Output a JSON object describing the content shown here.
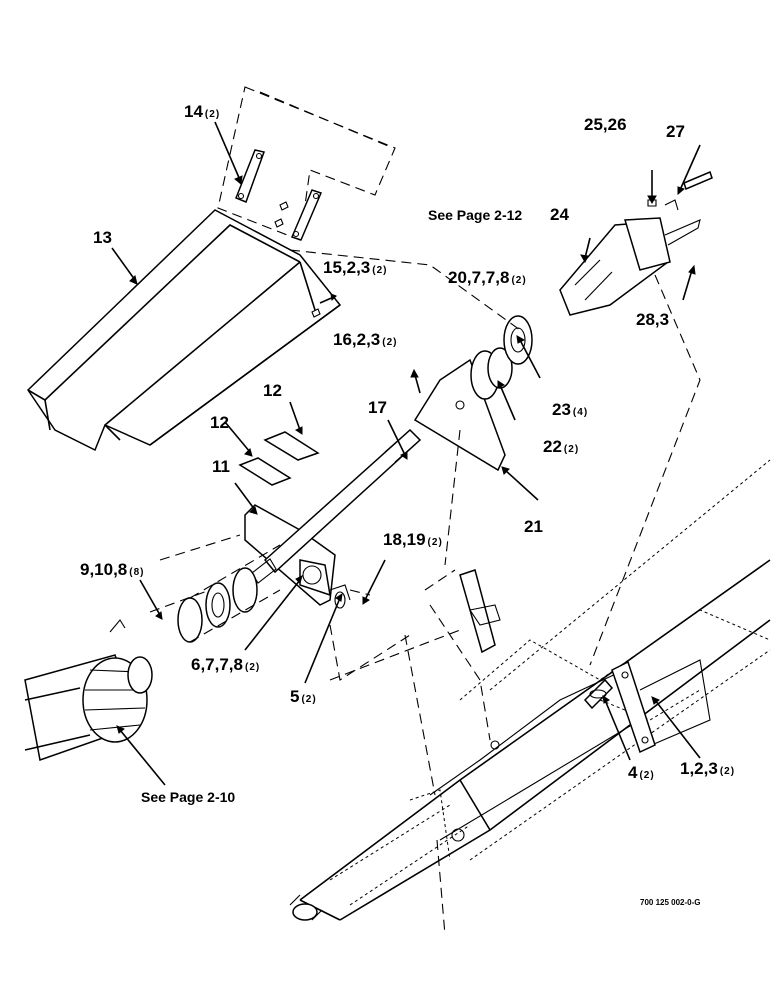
{
  "labels": {
    "l14": {
      "num": "14",
      "qty": "(2)"
    },
    "l13": {
      "num": "13"
    },
    "l15": {
      "num": "15,2,3",
      "qty": "(2)"
    },
    "l16": {
      "num": "16,2,3",
      "qty": "(2)"
    },
    "l20": {
      "num": "20,7,7,8",
      "qty": "(2)"
    },
    "l25": {
      "num": "25,26"
    },
    "l27": {
      "num": "27"
    },
    "l24": {
      "num": "24"
    },
    "l28": {
      "num": "28,3"
    },
    "l23": {
      "num": "23",
      "qty": "(4)"
    },
    "l22": {
      "num": "22",
      "qty": "(2)"
    },
    "l21": {
      "num": "21"
    },
    "l17": {
      "num": "17"
    },
    "l12a": {
      "num": "12"
    },
    "l12b": {
      "num": "12"
    },
    "l11": {
      "num": "11"
    },
    "l18": {
      "num": "18,19",
      "qty": "(2)"
    },
    "l9": {
      "num": "9,10,8",
      "qty": "(8)"
    },
    "l6": {
      "num": "6,7,7,8",
      "qty": "(2)"
    },
    "l5": {
      "num": "5",
      "qty": "(2)"
    },
    "l4": {
      "num": "4",
      "qty": "(2)"
    },
    "l1": {
      "num": "1,2,3",
      "qty": "(2)"
    }
  },
  "refs": {
    "page_2_12": "See Page 2-12",
    "page_2_10": "See Page 2-10"
  },
  "figure_number": "700 125 002-0-G"
}
